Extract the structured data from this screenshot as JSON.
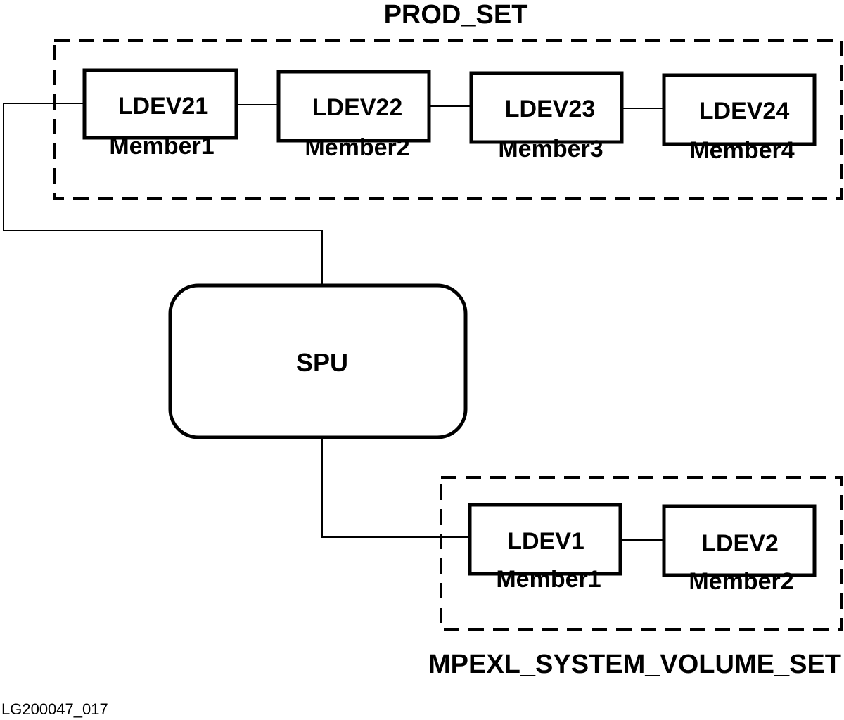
{
  "prod_set": {
    "title": "PROD_SET",
    "devices": [
      {
        "ldev": "LDEV21",
        "member": "Member1"
      },
      {
        "ldev": "LDEV22",
        "member": "Member2"
      },
      {
        "ldev": "LDEV23",
        "member": "Member3"
      },
      {
        "ldev": "LDEV24",
        "member": "Member4"
      }
    ]
  },
  "spu": {
    "label": "SPU"
  },
  "system_set": {
    "title": "MPEXL_SYSTEM_VOLUME_SET",
    "devices": [
      {
        "ldev": "LDEV1",
        "member": "Member1"
      },
      {
        "ldev": "LDEV2",
        "member": "Member2"
      }
    ]
  },
  "figure_id": "LG200047_017"
}
